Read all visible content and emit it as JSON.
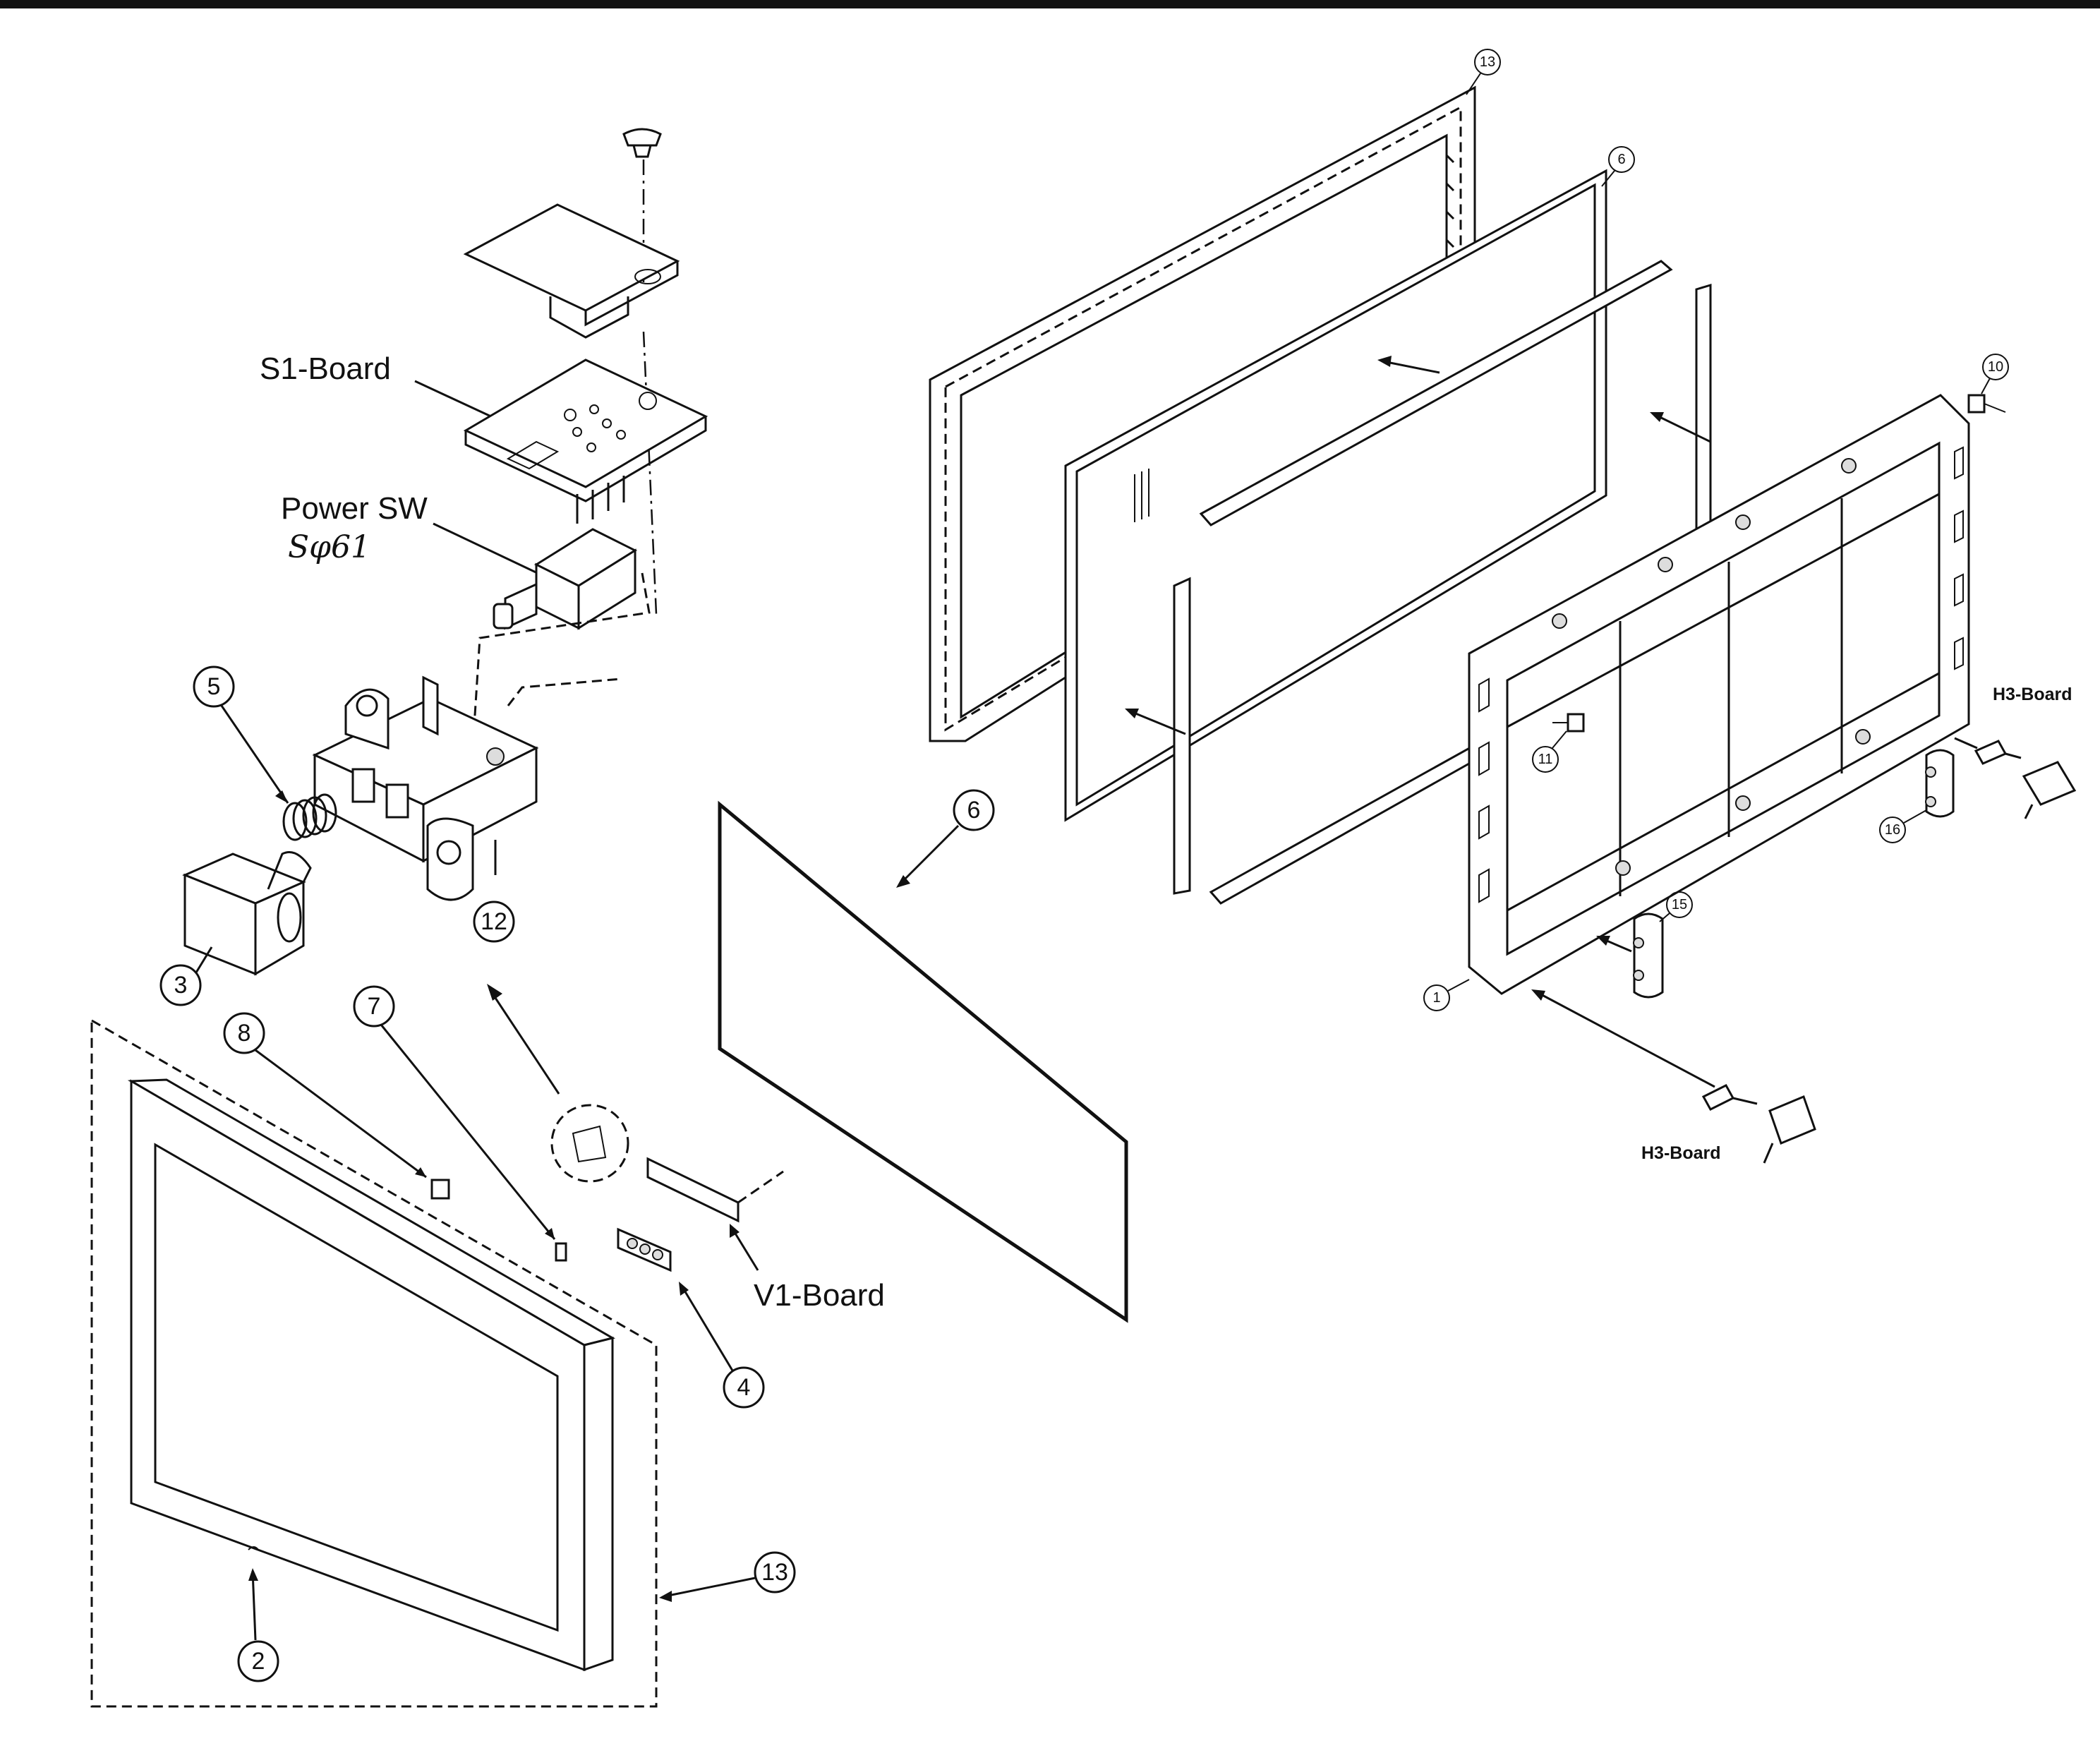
{
  "labels": {
    "s1_board": "S1-Board",
    "power_sw": "Power SW",
    "power_sw_note": "Sφ61",
    "v1_board": "V1-Board",
    "h3_board_top": "H3-Board",
    "h3_board_bottom": "H3-Board"
  },
  "callouts": {
    "n1": "1",
    "n2": "2",
    "n3": "3",
    "n4": "4",
    "n5": "5",
    "n6_large": "6",
    "n6_small": "6",
    "n7": "7",
    "n8": "8",
    "n10": "10",
    "n11": "11",
    "n12": "12",
    "n13_bottom": "13",
    "n13_top": "13",
    "n15": "15",
    "n16": "16"
  }
}
